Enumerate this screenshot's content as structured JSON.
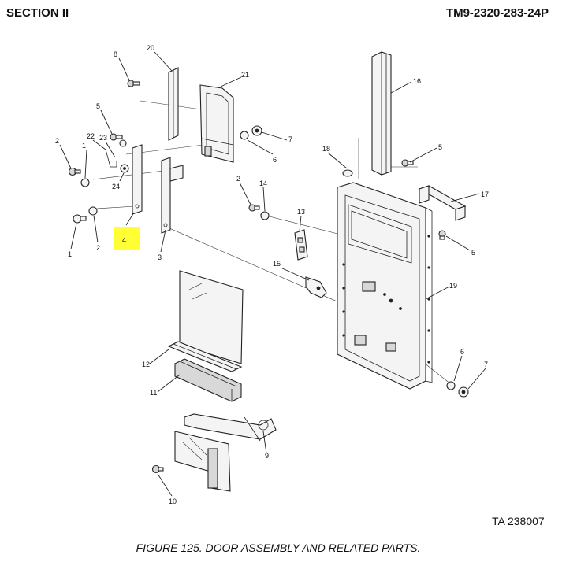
{
  "header": {
    "section": "SECTION II",
    "manual": "TM9-2320-283-24P"
  },
  "figure": {
    "reference": "TA 238007",
    "caption": "FIGURE 125.  DOOR ASSEMBLY AND RELATED PARTS."
  },
  "callouts": {
    "c1a": "1",
    "c1b": "1",
    "c2a": "2",
    "c2b": "2",
    "c2c": "2",
    "c3": "3",
    "c4": "4",
    "c5a": "5",
    "c5b": "5",
    "c5c": "5",
    "c6a": "6",
    "c6b": "6",
    "c7a": "7",
    "c7b": "7",
    "c8": "8",
    "c9": "9",
    "c10": "10",
    "c11": "11",
    "c12": "12",
    "c13": "13",
    "c14": "14",
    "c15": "15",
    "c16": "16",
    "c17": "17",
    "c18": "18",
    "c19": "19",
    "c20": "20",
    "c21": "21",
    "c22": "22",
    "c23": "23",
    "c24": "24"
  },
  "colors": {
    "highlight": "#ffff33"
  }
}
